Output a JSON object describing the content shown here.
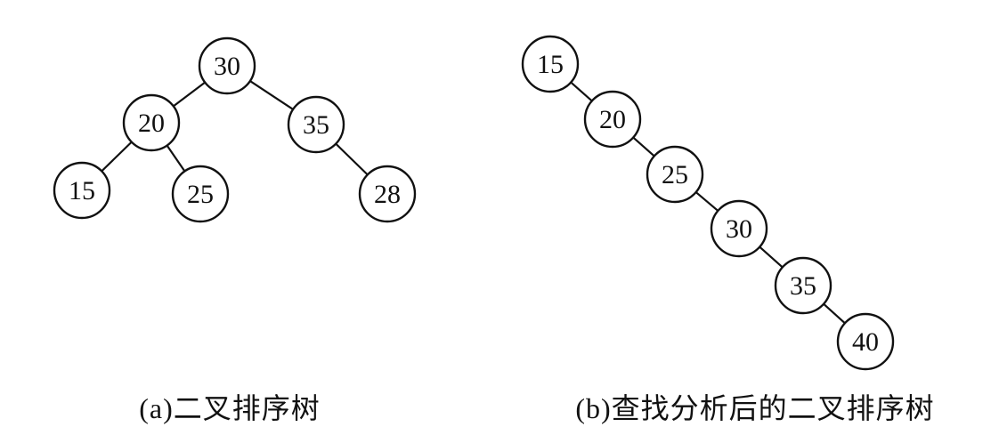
{
  "trees": [
    {
      "caption": "(a)二叉排序树",
      "nodes": [
        {
          "id": "a30",
          "label": "30"
        },
        {
          "id": "a20",
          "label": "20"
        },
        {
          "id": "a35",
          "label": "35"
        },
        {
          "id": "a15",
          "label": "15"
        },
        {
          "id": "a25",
          "label": "25"
        },
        {
          "id": "a28",
          "label": "28"
        }
      ],
      "edges": [
        [
          "a30",
          "a20"
        ],
        [
          "a30",
          "a35"
        ],
        [
          "a20",
          "a15"
        ],
        [
          "a20",
          "a25"
        ],
        [
          "a35",
          "a28"
        ]
      ]
    },
    {
      "caption": "(b)查找分析后的二叉排序树",
      "nodes": [
        {
          "id": "b15",
          "label": "15"
        },
        {
          "id": "b20",
          "label": "20"
        },
        {
          "id": "b25",
          "label": "25"
        },
        {
          "id": "b30",
          "label": "30"
        },
        {
          "id": "b35",
          "label": "35"
        },
        {
          "id": "b40",
          "label": "40"
        }
      ],
      "edges": [
        [
          "b15",
          "b20"
        ],
        [
          "b20",
          "b25"
        ],
        [
          "b25",
          "b30"
        ],
        [
          "b30",
          "b35"
        ],
        [
          "b35",
          "b40"
        ]
      ]
    }
  ]
}
